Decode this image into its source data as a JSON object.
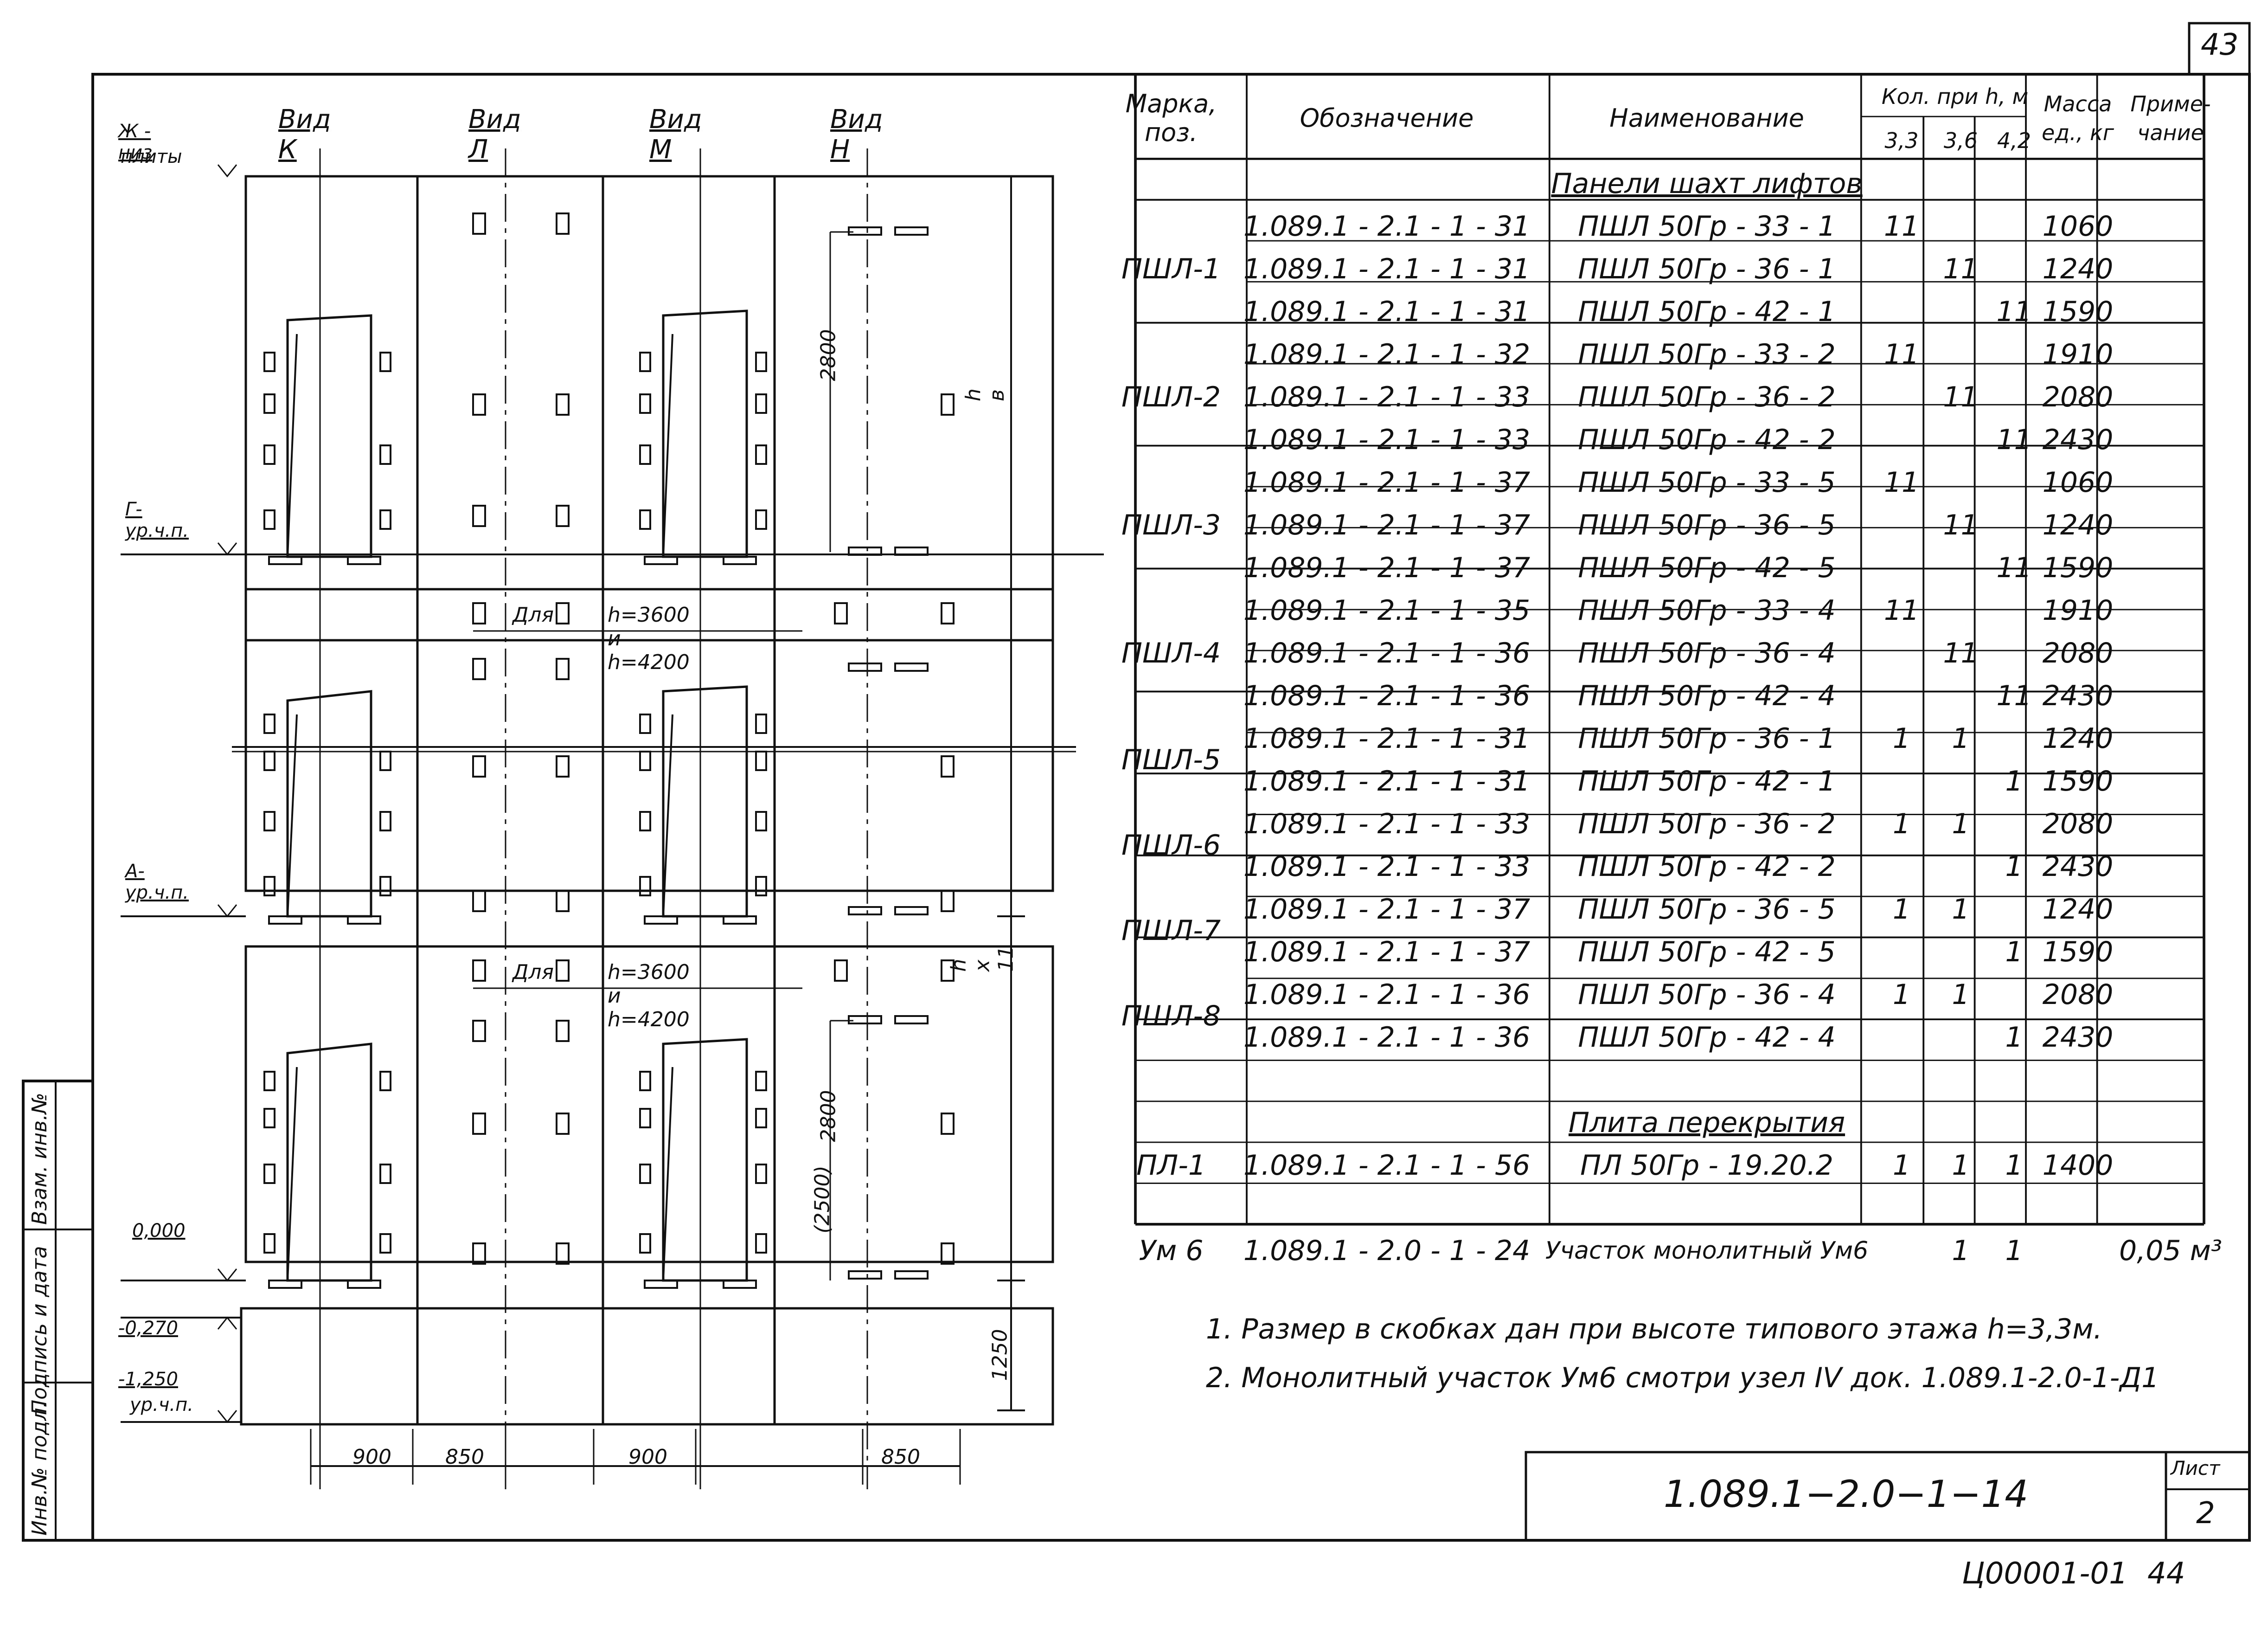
{
  "sheet_number_top": "43",
  "footer": {
    "code": "Ц00001-01",
    "page": "44"
  },
  "stamp": {
    "designation": "1.089.1−2.0−1−14",
    "sheet_label": "Лист",
    "sheet_value": "2"
  },
  "side_labels": [
    "Инв.№ подл.",
    "Подпись и дата",
    "Взам. инв.№"
  ],
  "drawing": {
    "views": [
      "Вид К",
      "Вид Л",
      "Вид М",
      "Вид Н"
    ],
    "level_labels": [
      "Ж - низ",
      "плиты",
      "Г-ур.ч.п.",
      "А-ур.ч.п.",
      "0,000",
      "-0,270",
      "-1,250",
      "ур.ч.п."
    ],
    "dims": [
      "h в",
      "h x 11",
      "1250",
      "2800",
      "2800",
      "(2500)",
      "900",
      "850",
      "900",
      "850"
    ],
    "notes_in_drawing": [
      "Для",
      "h=3600 и h=4200",
      "Для",
      "h=3600 и h=4200"
    ]
  },
  "table": {
    "headers": {
      "mark": "Марка, поз.",
      "designation": "Обозначение",
      "name": "Наименование",
      "qty": "Кол. при h, м",
      "qty_cols": [
        "3,3",
        "3,6",
        "4,2"
      ],
      "mass": "Масса ед., кг",
      "note": "Приме- чание"
    },
    "section1_title": "Панели шахт лифтов",
    "groups": [
      {
        "mark": "ПШЛ-1",
        "rows": [
          {
            "des": "1.089.1 - 2.1 - 1 - 31",
            "name": "ПШЛ 50Гр - 33 - 1",
            "q33": "11",
            "q36": "",
            "q42": "",
            "mass": "1060"
          },
          {
            "des": "1.089.1 - 2.1 - 1 - 31",
            "name": "ПШЛ 50Гр - 36 - 1",
            "q33": "",
            "q36": "11",
            "q42": "",
            "mass": "1240"
          },
          {
            "des": "1.089.1 - 2.1 - 1 - 31",
            "name": "ПШЛ 50Гр - 42 - 1",
            "q33": "",
            "q36": "",
            "q42": "11",
            "mass": "1590"
          }
        ]
      },
      {
        "mark": "ПШЛ-2",
        "rows": [
          {
            "des": "1.089.1 - 2.1 - 1 - 32",
            "name": "ПШЛ 50Гр - 33 - 2",
            "q33": "11",
            "q36": "",
            "q42": "",
            "mass": "1910"
          },
          {
            "des": "1.089.1 - 2.1 - 1 - 33",
            "name": "ПШЛ 50Гр - 36 - 2",
            "q33": "",
            "q36": "11",
            "q42": "",
            "mass": "2080"
          },
          {
            "des": "1.089.1 - 2.1 - 1 - 33",
            "name": "ПШЛ 50Гр - 42 - 2",
            "q33": "",
            "q36": "",
            "q42": "11",
            "mass": "2430"
          }
        ]
      },
      {
        "mark": "ПШЛ-3",
        "rows": [
          {
            "des": "1.089.1 - 2.1 - 1 - 37",
            "name": "ПШЛ 50Гр - 33 - 5",
            "q33": "11",
            "q36": "",
            "q42": "",
            "mass": "1060"
          },
          {
            "des": "1.089.1 - 2.1 - 1 - 37",
            "name": "ПШЛ 50Гр - 36 - 5",
            "q33": "",
            "q36": "11",
            "q42": "",
            "mass": "1240"
          },
          {
            "des": "1.089.1 - 2.1 - 1 - 37",
            "name": "ПШЛ 50Гр - 42 - 5",
            "q33": "",
            "q36": "",
            "q42": "11",
            "mass": "1590"
          }
        ]
      },
      {
        "mark": "ПШЛ-4",
        "rows": [
          {
            "des": "1.089.1 - 2.1 - 1 - 35",
            "name": "ПШЛ 50Гр - 33 - 4",
            "q33": "11",
            "q36": "",
            "q42": "",
            "mass": "1910"
          },
          {
            "des": "1.089.1 - 2.1 - 1 - 36",
            "name": "ПШЛ 50Гр - 36 - 4",
            "q33": "",
            "q36": "11",
            "q42": "",
            "mass": "2080"
          },
          {
            "des": "1.089.1 - 2.1 - 1 - 36",
            "name": "ПШЛ 50Гр - 42 - 4",
            "q33": "",
            "q36": "",
            "q42": "11",
            "mass": "2430"
          }
        ]
      },
      {
        "mark": "ПШЛ-5",
        "rows": [
          {
            "des": "1.089.1 - 2.1 - 1 - 31",
            "name": "ПШЛ 50Гр - 36 - 1",
            "q33": "1",
            "q36": "1",
            "q42": "",
            "mass": "1240"
          },
          {
            "des": "1.089.1 - 2.1 - 1 - 31",
            "name": "ПШЛ 50Гр - 42 - 1",
            "q33": "",
            "q36": "",
            "q42": "1",
            "mass": "1590"
          }
        ]
      },
      {
        "mark": "ПШЛ-6",
        "rows": [
          {
            "des": "1.089.1 - 2.1 - 1 - 33",
            "name": "ПШЛ 50Гр - 36 - 2",
            "q33": "1",
            "q36": "1",
            "q42": "",
            "mass": "2080"
          },
          {
            "des": "1.089.1 - 2.1 - 1 - 33",
            "name": "ПШЛ 50Гр - 42 - 2",
            "q33": "",
            "q36": "",
            "q42": "1",
            "mass": "2430"
          }
        ]
      },
      {
        "mark": "ПШЛ-7",
        "rows": [
          {
            "des": "1.089.1 - 2.1 - 1 - 37",
            "name": "ПШЛ 50Гр - 36 - 5",
            "q33": "1",
            "q36": "1",
            "q42": "",
            "mass": "1240"
          },
          {
            "des": "1.089.1 - 2.1 - 1 - 37",
            "name": "ПШЛ 50Гр - 42 - 5",
            "q33": "",
            "q36": "",
            "q42": "1",
            "mass": "1590"
          }
        ]
      },
      {
        "mark": "ПШЛ-8",
        "rows": [
          {
            "des": "1.089.1 - 2.1 - 1 - 36",
            "name": "ПШЛ 50Гр - 36 - 4",
            "q33": "1",
            "q36": "1",
            "q42": "",
            "mass": "2080"
          },
          {
            "des": "1.089.1 - 2.1 - 1 - 36",
            "name": "ПШЛ 50Гр - 42 - 4",
            "q33": "",
            "q36": "",
            "q42": "1",
            "mass": "2430"
          }
        ]
      }
    ],
    "section2_title": "Плита перекрытия",
    "pl_row": {
      "mark": "ПЛ-1",
      "des": "1.089.1 - 2.1 - 1 - 56",
      "name": "ПЛ 50Гр - 19.20.2",
      "q33": "1",
      "q36": "1",
      "q42": "1",
      "mass": "1400",
      "note": ""
    },
    "um_row": {
      "mark": "Ум 6",
      "des": "1.089.1 - 2.0 - 1 - 24",
      "name": "Участок монолитный Ум6",
      "q33": "",
      "q36": "1",
      "q42": "1",
      "mass": "",
      "note": "0,05 м³"
    }
  },
  "notes": [
    "1. Размер в скобках дан при высоте типового этажа h=3,3м.",
    "2. Монолитный участок Ум6 смотри узел IV док. 1.089.1-2.0-1-Д1"
  ]
}
